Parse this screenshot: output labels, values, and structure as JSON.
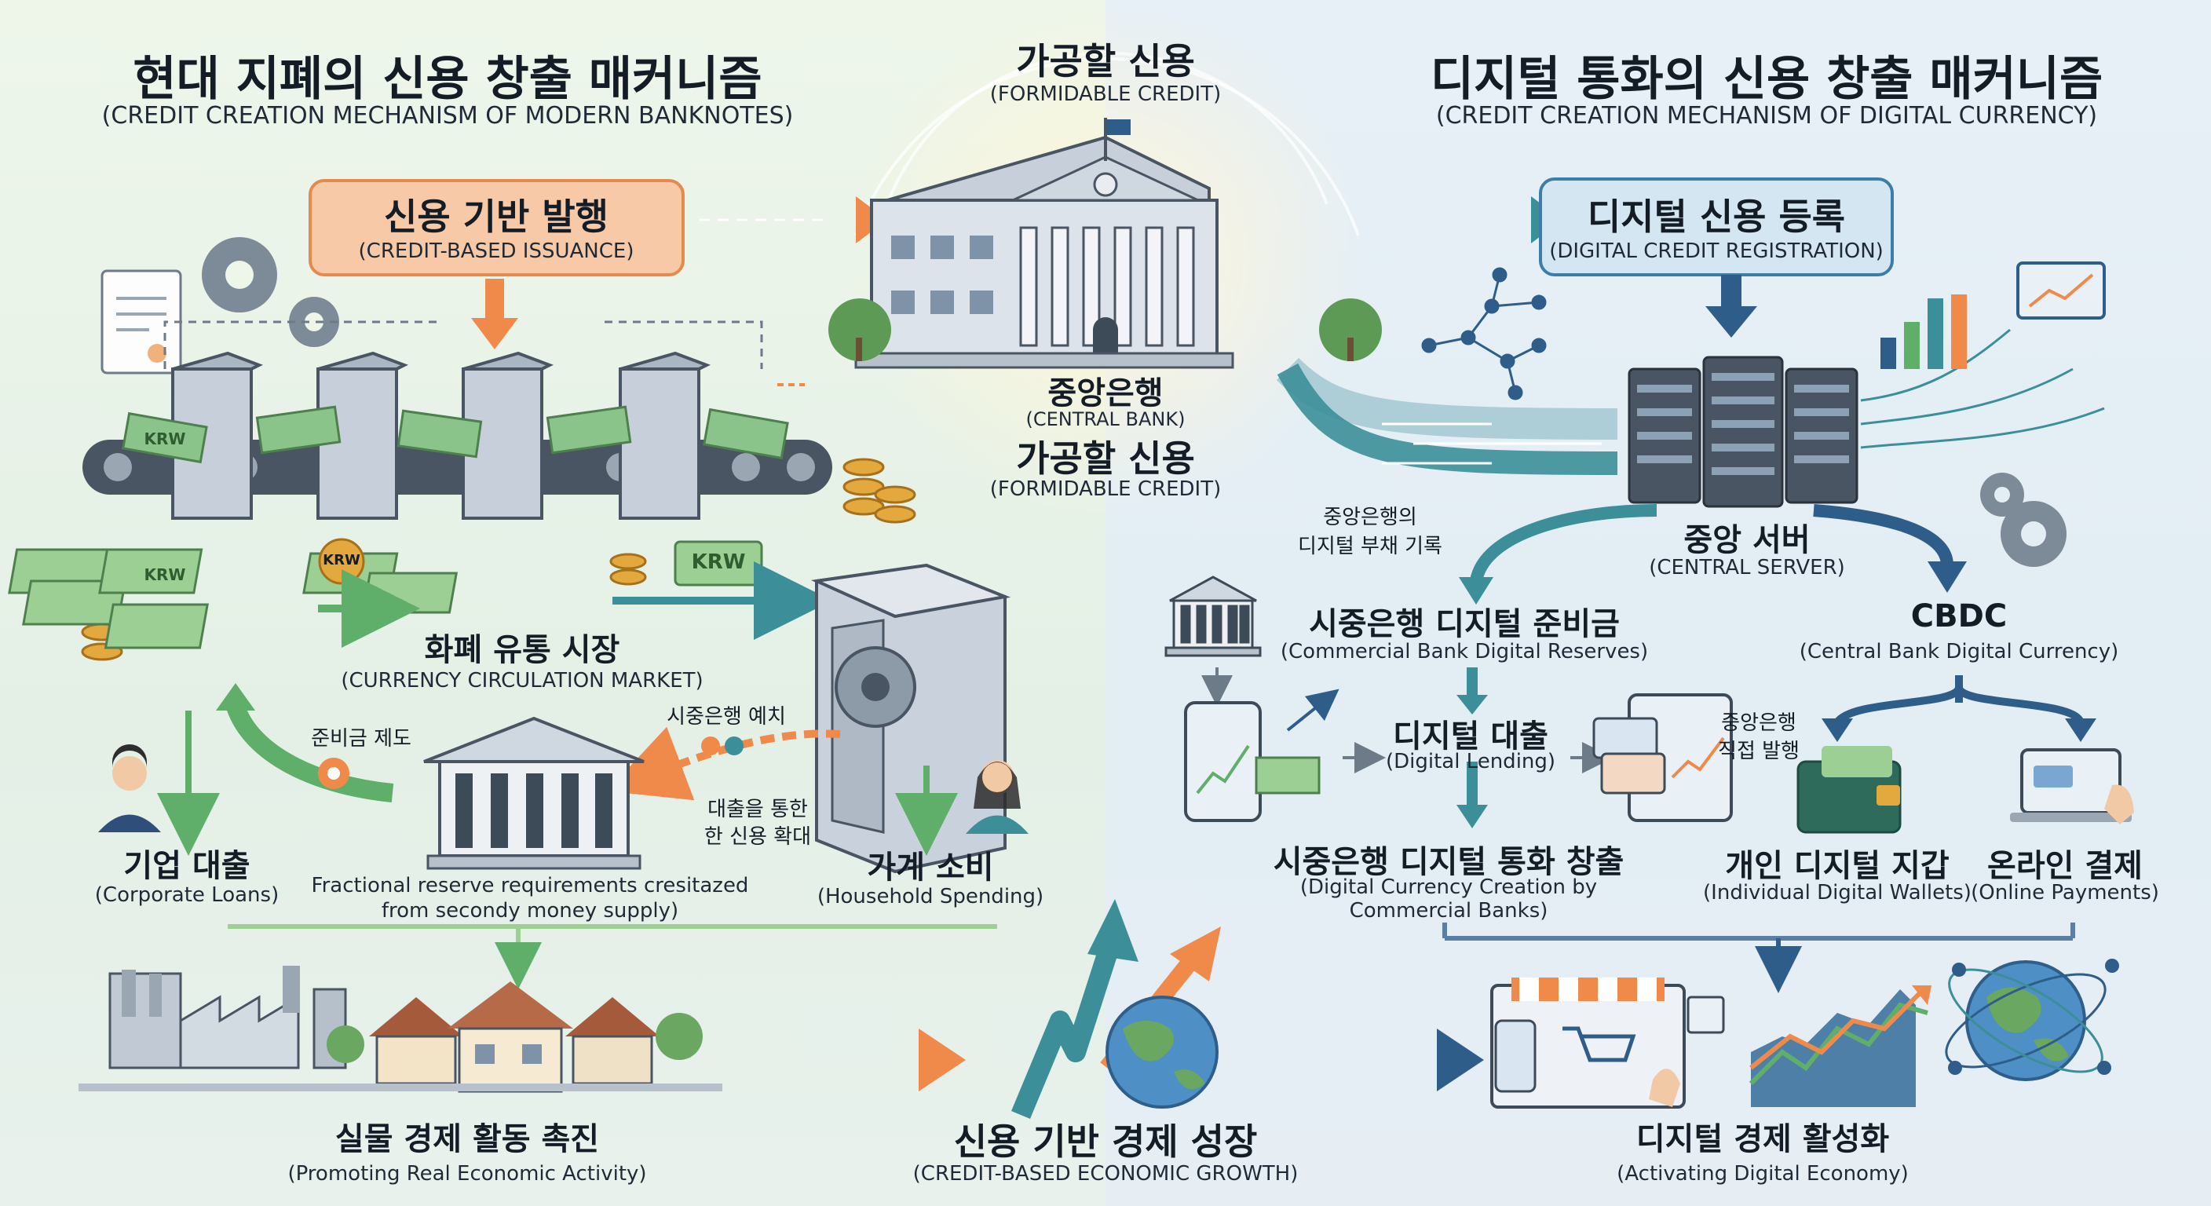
{
  "colors": {
    "orange": "#f08a4b",
    "green": "#5fae6a",
    "teal": "#3c8f98",
    "navy": "#2f5d8a",
    "steel": "#5a6e84"
  },
  "left_title": {
    "ko": "현대 지폐의 신용 창출 매커니즘",
    "en": "(CREDIT CREATION MECHANISM OF MODERN BANKNOTES)"
  },
  "right_title": {
    "ko": "디지털 통화의 신용 창출 매커니즘",
    "en": "(CREDIT CREATION MECHANISM OF DIGITAL CURRENCY)"
  },
  "center": {
    "top_ko": "가공할 신용",
    "top_en": "(FORMIDABLE CREDIT)",
    "bank_ko": "중앙은행",
    "bank_en": "(CENTRAL BANK)",
    "mid_ko": "가공할 신용",
    "mid_en": "(FORMIDABLE CREDIT)",
    "growth_ko": "신용 기반 경제 성장",
    "growth_en": "(CREDIT-BASED ECONOMIC GROWTH)"
  },
  "left": {
    "issuance_ko": "신용 기반 발행",
    "issuance_en": "(CREDIT-BASED ISSUANCE)",
    "krw": "KRW",
    "market_ko": "화폐 유통 시장",
    "market_en": "(CURRENCY CIRCULATION MARKET)",
    "deposit": "시중은행 예치",
    "reserve": "준비금 제도",
    "credit_expansion": [
      "대출을 통한",
      "한 신용 확대"
    ],
    "corp_ko": "기업 대출",
    "corp_en": "(Corporate Loans)",
    "house_ko": "가계 소비",
    "house_en": "(Household Spending)",
    "fractional": [
      "Fractional reserve requirements cresitazed",
      "from  secondy money supply)"
    ],
    "real_ko": "실물 경제 활동 촉진",
    "real_en": "(Promoting Real Economic Activity)"
  },
  "right": {
    "registration_ko": "디지털 신용 등록",
    "registration_en": "(DIGITAL CREDIT REGISTRATION)",
    "liability": [
      "중앙은행의",
      "디지털 부채 기록"
    ],
    "server_ko": "중앙 서버",
    "server_en": "(CENTRAL SERVER)",
    "reserves_ko": "시중은행 디지털 준비금",
    "reserves_en": "(Commercial Bank Digital Reserves)",
    "cbdc_ko": "CBDC",
    "cbdc_en": "(Central Bank Digital Currency)",
    "lending_ko": "디지털 대출",
    "lending_en": "(Digital Lending)",
    "direct": [
      "중앙은행",
      "직접 발행"
    ],
    "creation_ko": "시중은행 디지털 통화 창출",
    "creation_en": [
      "(Digital Currency Creation by",
      "Commercial Banks)"
    ],
    "wallet_ko": "개인 디지털 지갑",
    "wallet_en": "(Individual Digital Wallets)",
    "online_ko": "온라인 결제",
    "online_en": "(Online Payments)",
    "activate_ko": "디지털 경제 활성화",
    "activate_en": "(Activating Digital Economy)"
  }
}
